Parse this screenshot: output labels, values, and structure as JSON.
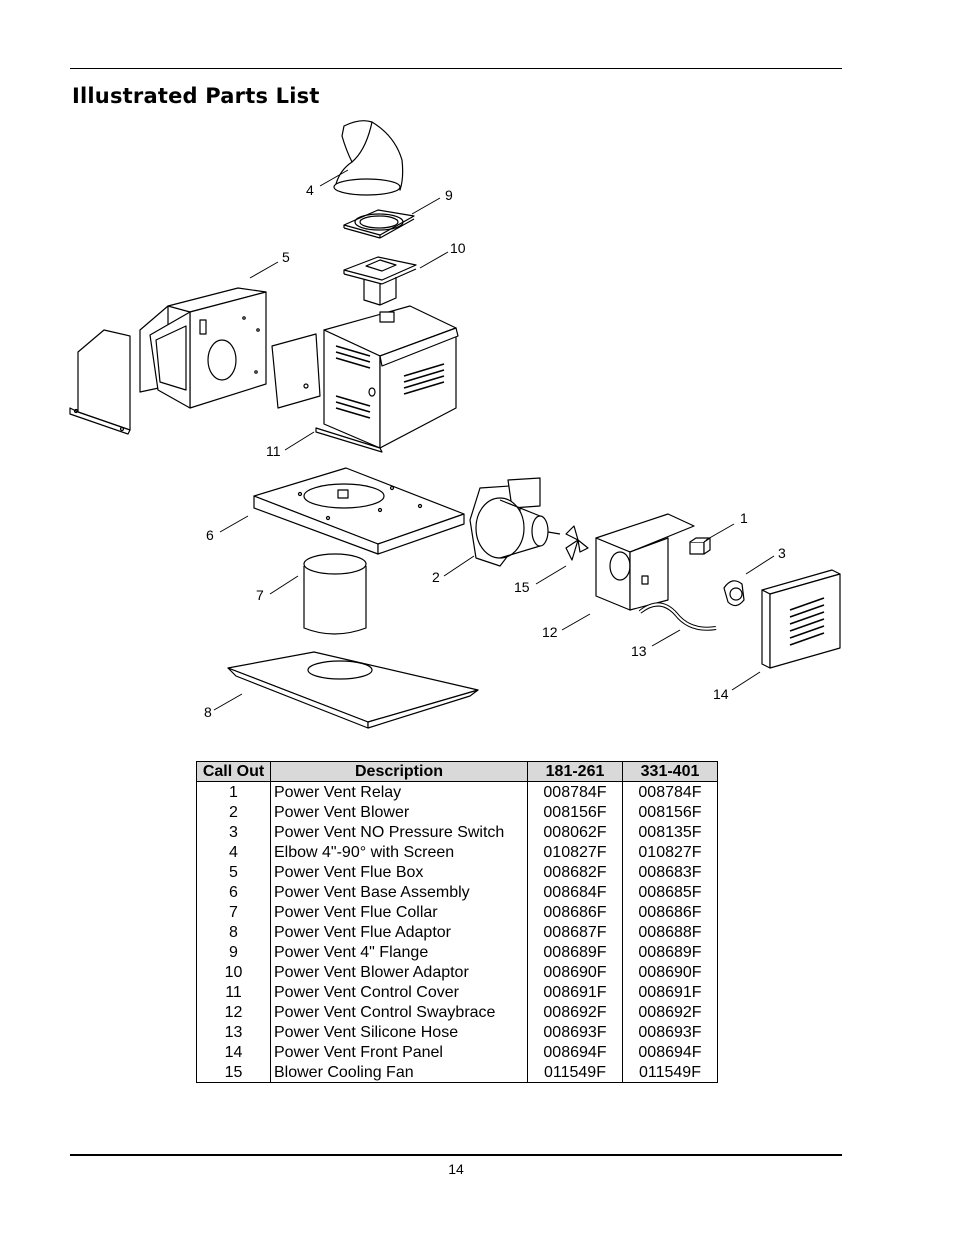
{
  "header": {
    "title": "Illustrated Parts List"
  },
  "diagram": {
    "callouts": [
      "1",
      "2",
      "3",
      "4",
      "5",
      "6",
      "7",
      "8",
      "9",
      "10",
      "11",
      "12",
      "13",
      "14",
      "15"
    ]
  },
  "table": {
    "headers": [
      "Call Out",
      "Description",
      "181-261",
      "331-401"
    ],
    "rows": [
      [
        "1",
        "Power Vent Relay",
        "008784F",
        "008784F"
      ],
      [
        "2",
        "Power Vent Blower",
        "008156F",
        "008156F"
      ],
      [
        "3",
        "Power Vent NO Pressure Switch",
        "008062F",
        "008135F"
      ],
      [
        "4",
        "Elbow 4\"-90° with Screen",
        "010827F",
        "010827F"
      ],
      [
        "5",
        "Power Vent Flue Box",
        "008682F",
        "008683F"
      ],
      [
        "6",
        "Power Vent Base Assembly",
        "008684F",
        "008685F"
      ],
      [
        "7",
        "Power Vent Flue Collar",
        "008686F",
        "008686F"
      ],
      [
        "8",
        "Power Vent Flue Adaptor",
        "008687F",
        "008688F"
      ],
      [
        "9",
        "Power Vent 4\" Flange",
        "008689F",
        "008689F"
      ],
      [
        "10",
        "Power Vent Blower Adaptor",
        "008690F",
        "008690F"
      ],
      [
        "11",
        "Power Vent Control Cover",
        "008691F",
        "008691F"
      ],
      [
        "12",
        "Power Vent Control Swaybrace",
        "008692F",
        "008692F"
      ],
      [
        "13",
        "Power Vent Silicone Hose",
        "008693F",
        "008693F"
      ],
      [
        "14",
        "Power Vent Front Panel",
        "008694F",
        "008694F"
      ],
      [
        "15",
        "Blower Cooling Fan",
        "011549F",
        "011549F"
      ]
    ]
  },
  "footer": {
    "page_number": "14"
  }
}
